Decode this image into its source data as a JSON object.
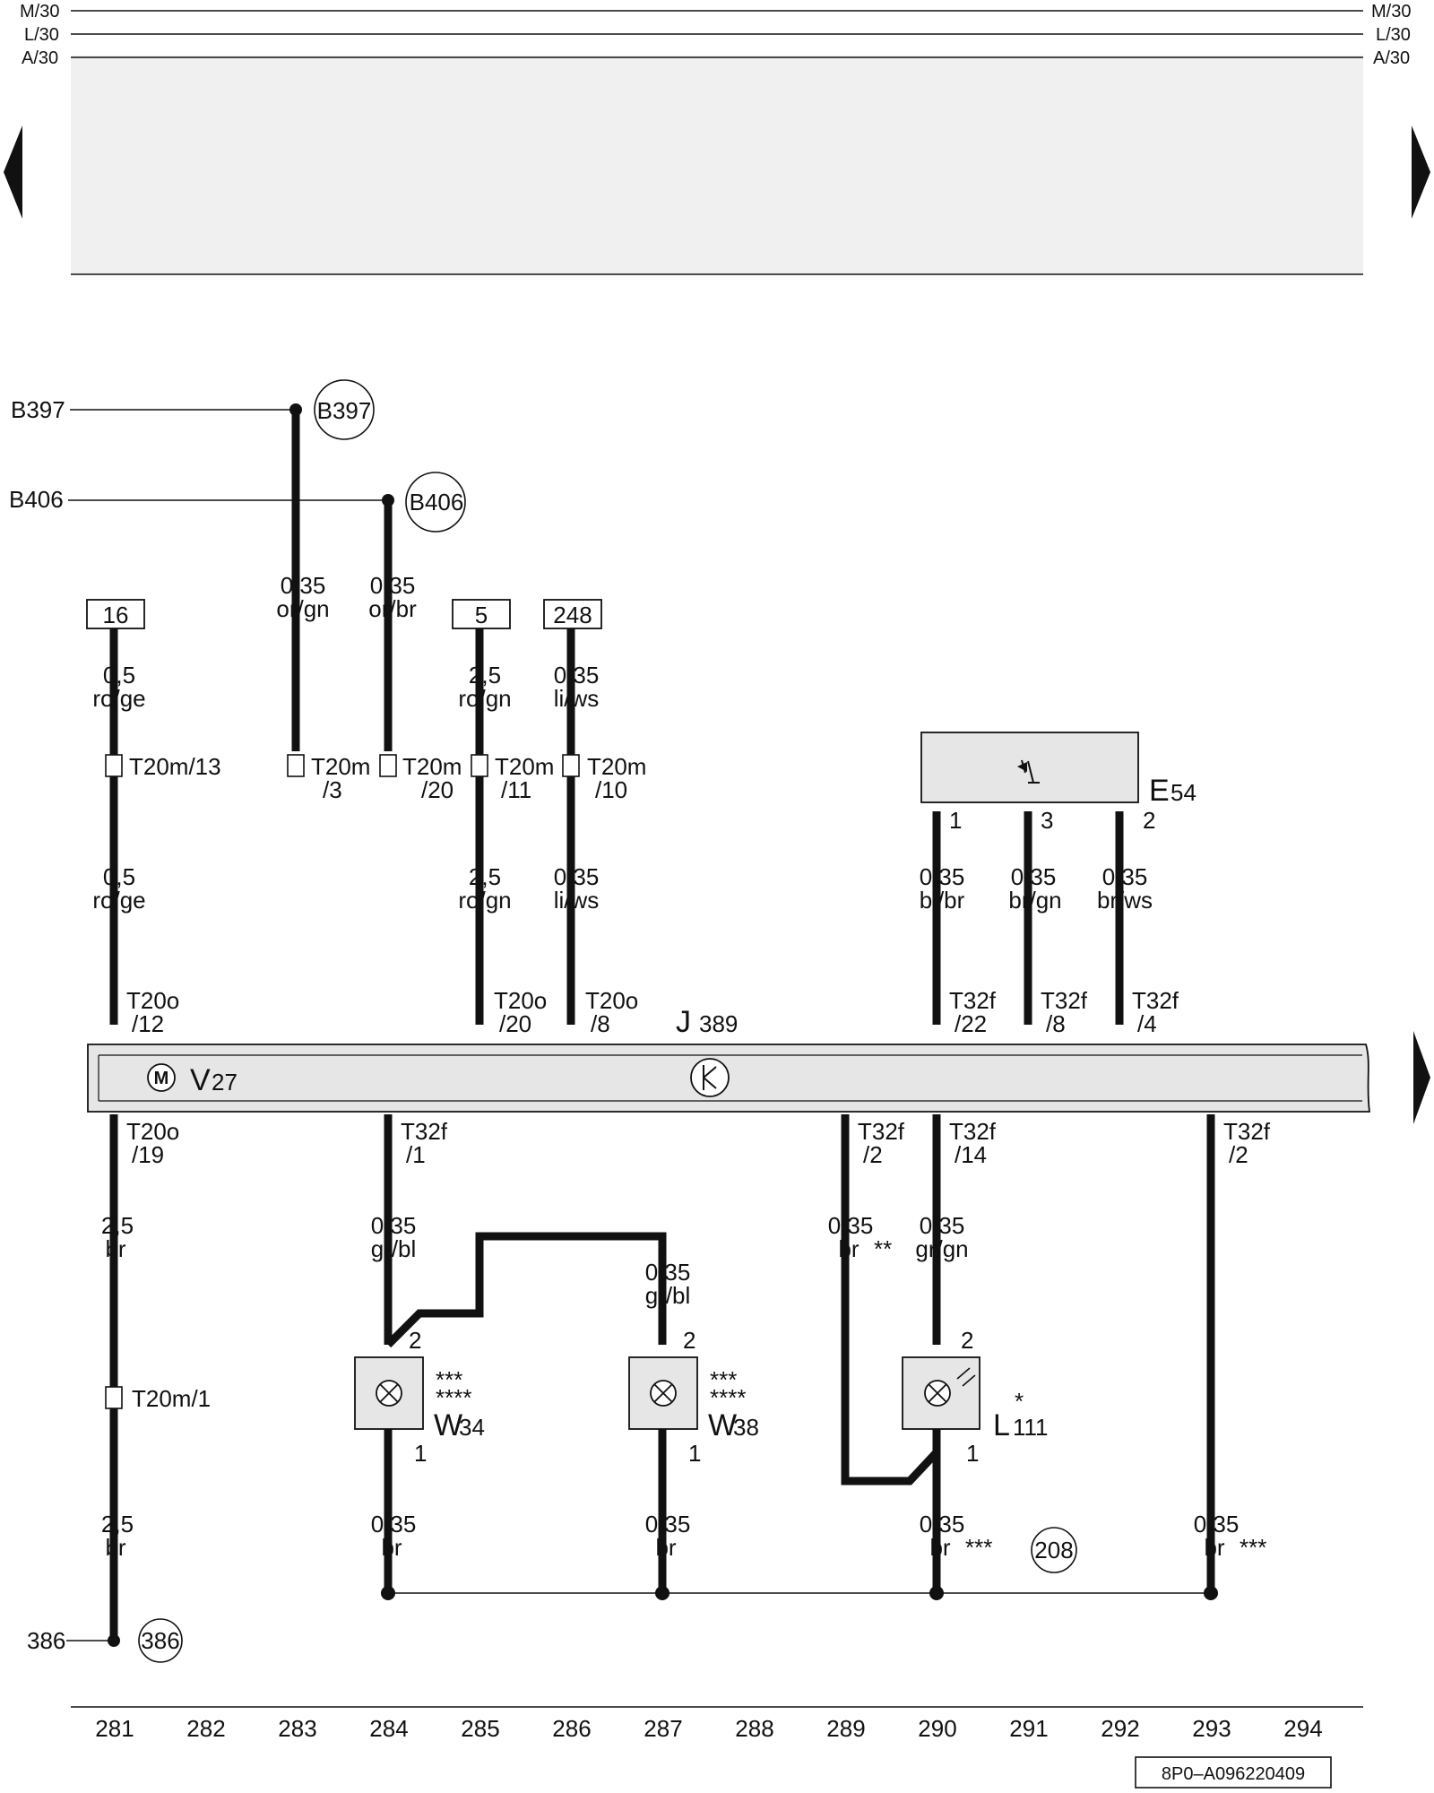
{
  "rails": {
    "m": "M/30",
    "l": "L/30",
    "a": "A/30"
  },
  "colors": {
    "wire": "#111111",
    "panel": "#f0f0f0",
    "component": "#e6e6e6"
  },
  "signals": {
    "b397": "B397",
    "b406": "B406",
    "ref386": "386"
  },
  "refs": {
    "b397": "B397",
    "b406": "B406",
    "r386": "386",
    "r208": "208"
  },
  "boxes": {
    "b16": "16",
    "b5": "5",
    "b248": "248"
  },
  "wires": {
    "w281a": [
      "0,5",
      "ro/ge"
    ],
    "w281b": [
      "0,5",
      "ro/ge"
    ],
    "w281c": [
      "2,5",
      "br"
    ],
    "w281d": [
      "2,5",
      "br"
    ],
    "w283": [
      "0,35",
      "or/gn"
    ],
    "w284": [
      "0,35",
      "or/br"
    ],
    "w284b": [
      "0,35",
      "gr/bl"
    ],
    "w284c": [
      "0,35",
      "br"
    ],
    "w285a": [
      "2,5",
      "ro/gn"
    ],
    "w285b": [
      "2,5",
      "ro/gn"
    ],
    "w286a": [
      "0,35",
      "li/ws"
    ],
    "w286b": [
      "0,35",
      "li/ws"
    ],
    "w287a": [
      "0,35",
      "gr/bl"
    ],
    "w287b": [
      "0,35",
      "br"
    ],
    "w289": [
      "0,35",
      "br"
    ],
    "w290a": [
      "0,35",
      "bl/br"
    ],
    "w290b": [
      "0,35",
      "gr/gn"
    ],
    "w290c": [
      "0,35",
      "br"
    ],
    "w291": [
      "0,35",
      "br/gn"
    ],
    "w292": [
      "0,35",
      "br/ws"
    ],
    "w293": [
      "0,35",
      "br"
    ]
  },
  "stars": {
    "s289": "**",
    "s290": "***",
    "s293": "***",
    "w34a": "***",
    "w34b": "****",
    "w38a": "***",
    "w38b": "****",
    "l111": "*"
  },
  "connectors": {
    "t20m13": "T20m/13",
    "t20m3": [
      "T20m",
      "/3"
    ],
    "t20m20": [
      "T20m",
      "/20"
    ],
    "t20m11": [
      "T20m",
      "/11"
    ],
    "t20m10": [
      "T20m",
      "/10"
    ],
    "t20m1": "T20m/1",
    "t20o12": [
      "T20o",
      "/12"
    ],
    "t20o20": [
      "T20o",
      "/20"
    ],
    "t20o8": [
      "T20o",
      "/8"
    ],
    "t32f22": [
      "T32f",
      "/22"
    ],
    "t32f8": [
      "T32f",
      "/8"
    ],
    "t32f4": [
      "T32f",
      "/4"
    ],
    "t20o19": [
      "T20o",
      "/19"
    ],
    "t32f1": [
      "T32f",
      "/1"
    ],
    "t32f2a": [
      "T32f",
      "/2"
    ],
    "t32f14": [
      "T32f",
      "/14"
    ],
    "t32f2b": [
      "T32f",
      "/2"
    ]
  },
  "components": {
    "j389": {
      "name": "J",
      "sub": "389"
    },
    "v27": {
      "name": "V",
      "sub": "27"
    },
    "e54": {
      "name": "E",
      "sub": "54",
      "pins": [
        "1",
        "3",
        "2"
      ]
    },
    "w34": {
      "name": "W",
      "sub": "34",
      "pins": [
        "2",
        "1"
      ]
    },
    "w38": {
      "name": "W",
      "sub": "38",
      "pins": [
        "2",
        "1"
      ]
    },
    "l111": {
      "name": "L",
      "sub": "111",
      "pins": [
        "2",
        "1"
      ]
    }
  },
  "columns": [
    "281",
    "282",
    "283",
    "284",
    "285",
    "286",
    "287",
    "288",
    "289",
    "290",
    "291",
    "292",
    "293",
    "294"
  ],
  "doc_id": "8P0–A096220409"
}
